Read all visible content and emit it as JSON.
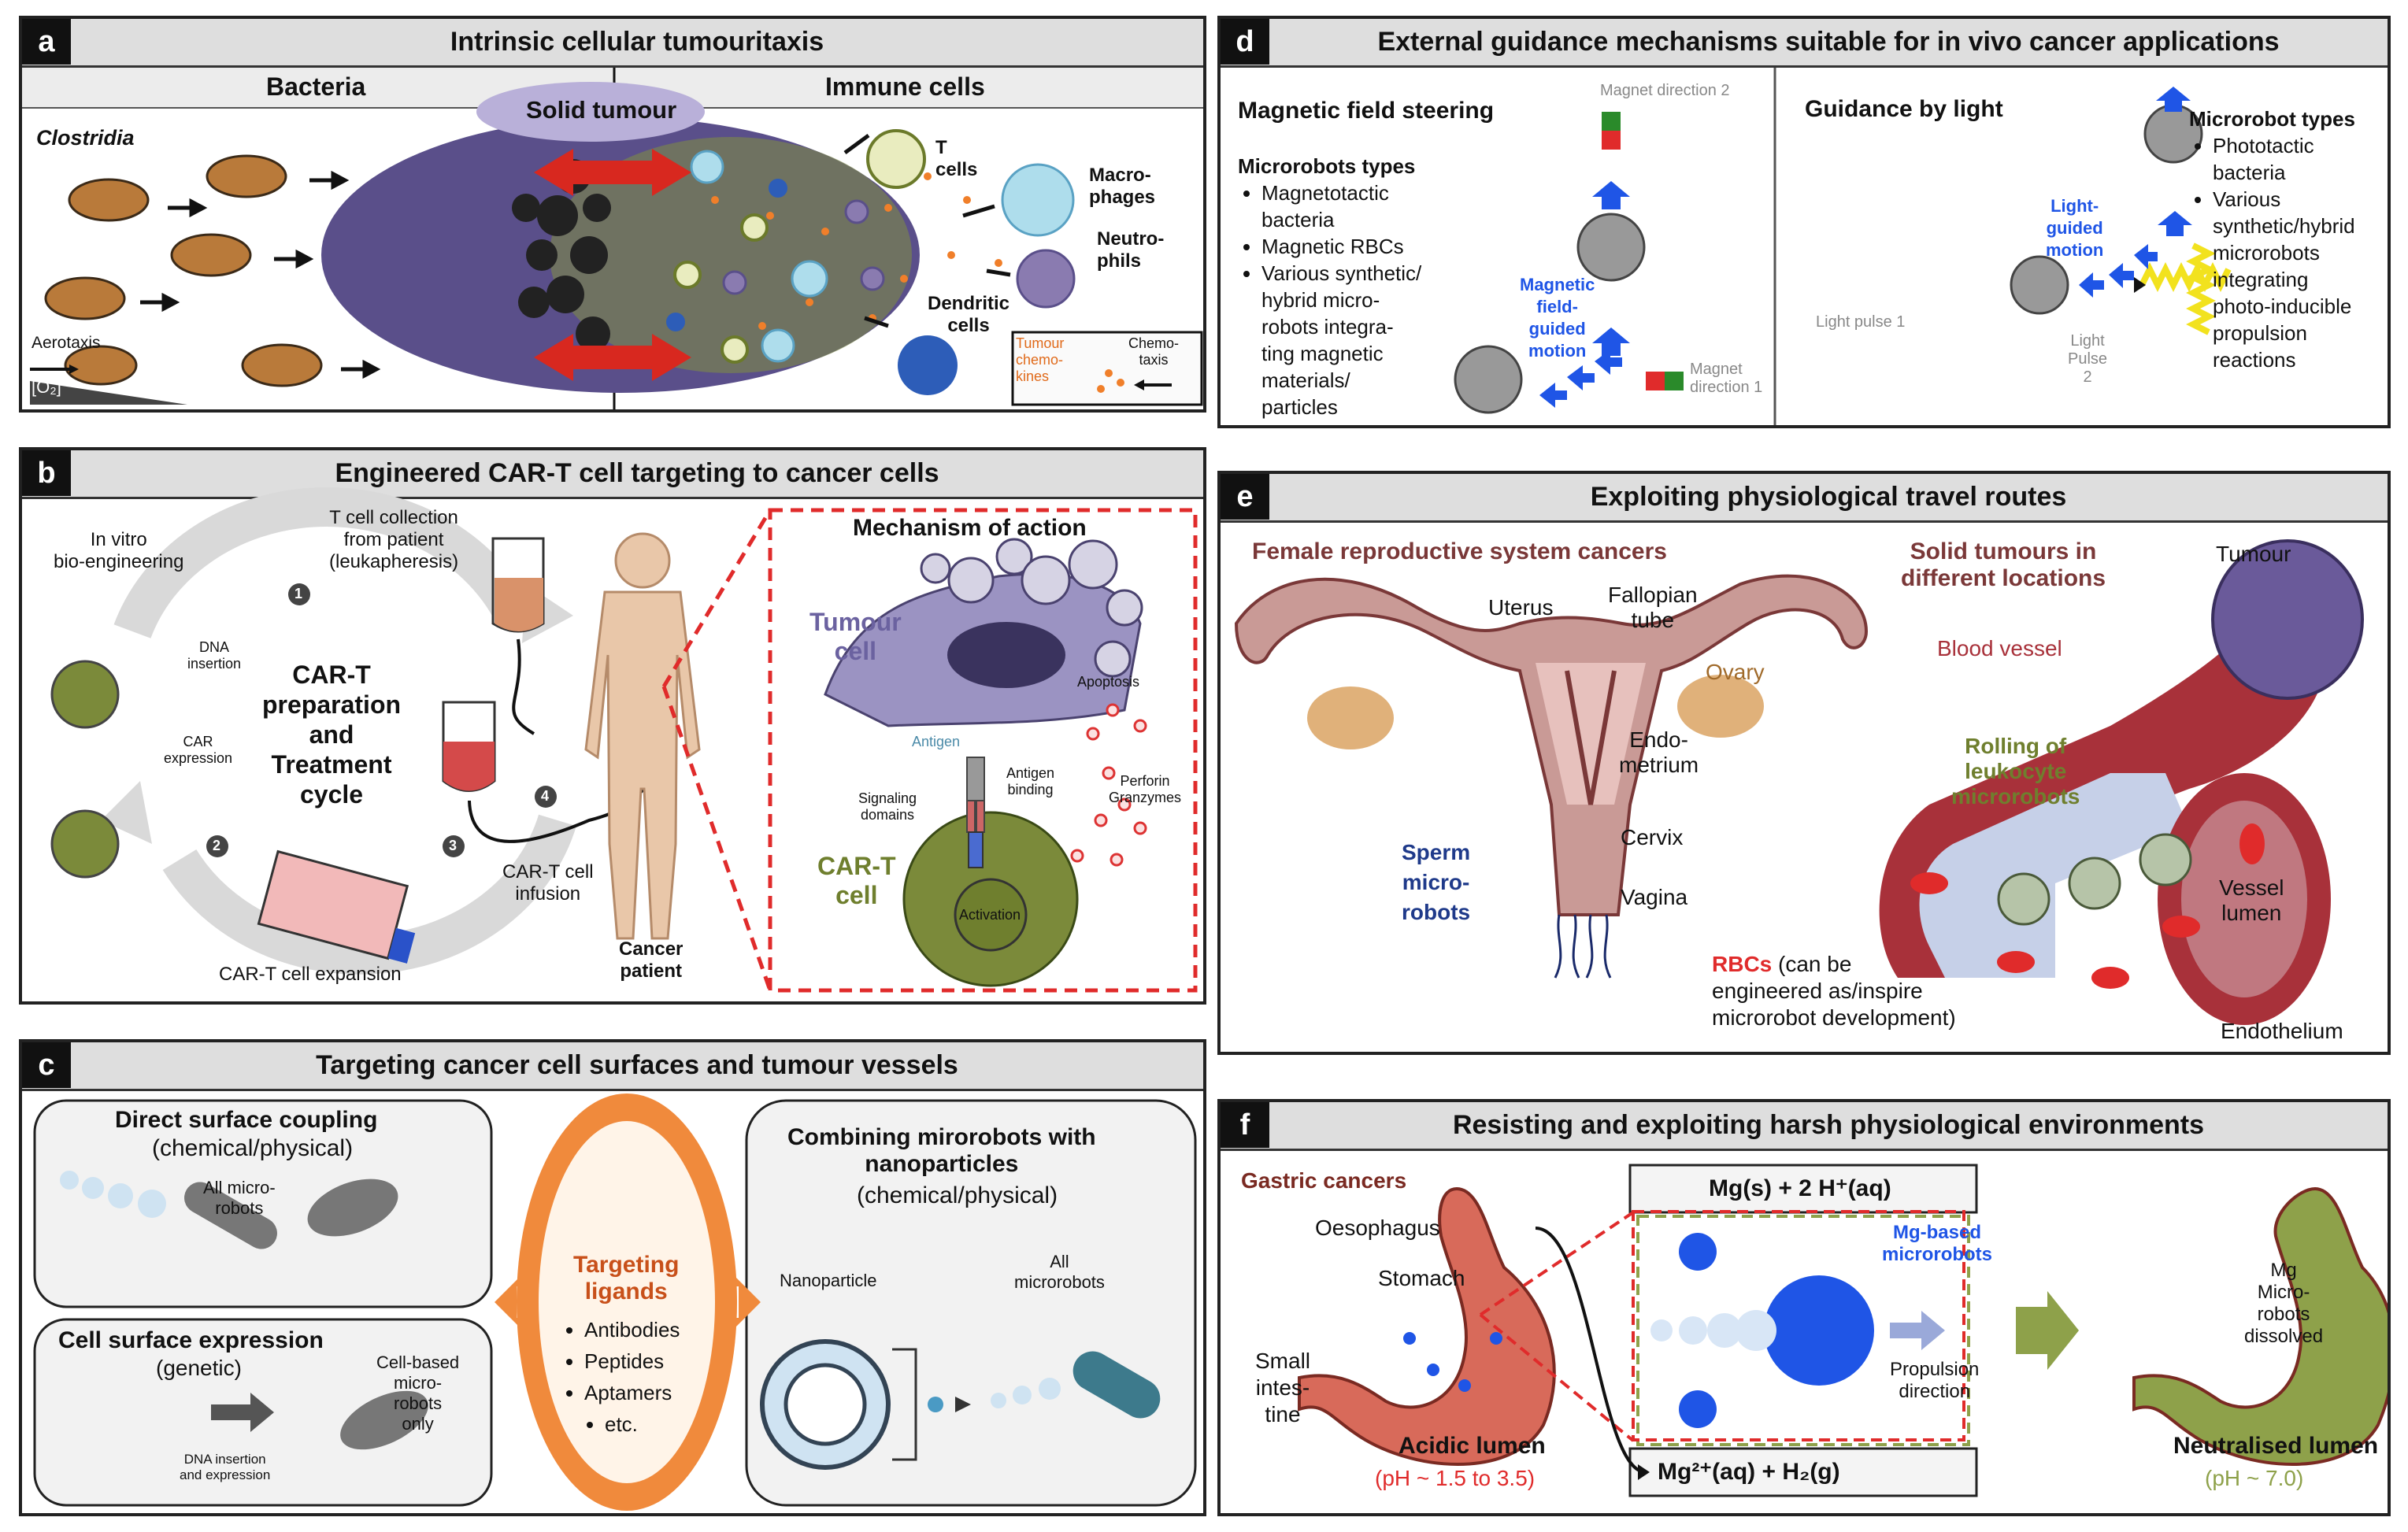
{
  "panel_a": {
    "letter": "a",
    "title": "Intrinsic cellular tumouritaxis",
    "bacteria_header": "Bacteria",
    "immune_header": "Immune cells",
    "solid_tumour": "Solid tumour",
    "clostridia": "Clostridia",
    "aerotaxis": "Aerotaxis",
    "o2": "[O₂]",
    "t_cells": "T cells",
    "macrophages": "Macro-\nphages",
    "neutrophils": "Neutro-\nphils",
    "dendritic": "Dendritic\ncells",
    "legend_chemokines": "Tumour\nchemo-\nkines",
    "legend_chemotaxis": "Chemo-\ntaxis"
  },
  "panel_b": {
    "letter": "b",
    "title": "Engineered CAR-T cell targeting to cancer cells",
    "invitro": "In vitro\nbio-engineering",
    "tcell_collection": "T cell collection\nfrom patient\n(leukapheresis)",
    "dna_insertion": "DNA\ninsertion",
    "car_expression": "CAR\nexpression",
    "cycle_label": "CAR-T\npreparation\nand\nTreatment\ncycle",
    "expansion": "CAR-T cell expansion",
    "infusion": "CAR-T cell\ninfusion",
    "cancer_patient": "Cancer\npatient",
    "steps": [
      "1",
      "2",
      "3",
      "4"
    ],
    "moa_title": "Mechanism of action",
    "tumour_cell": "Tumour\ncell",
    "apoptosis": "Apoptosis",
    "antigen": "Antigen",
    "antigen_binding": "Antigen\nbinding",
    "perforin": "Perforin\nGranzymes",
    "signaling": "Signaling\ndomains",
    "cart_cell": "CAR-T\ncell",
    "activation": "Activation"
  },
  "panel_c": {
    "letter": "c",
    "title": "Targeting cancer cell surfaces and tumour vessels",
    "direct_title": "Direct surface coupling",
    "direct_sub": "(chemical/physical)",
    "all_micro": "All micro-\nrobots",
    "expression_title": "Cell surface expression",
    "expression_sub": "(genetic)",
    "cell_based": "Cell-based\nmicro-\nrobots\nonly",
    "dna_insertion_expr": "DNA insertion\nand expression",
    "ligands_title": "Targeting\nligands",
    "ligands": [
      "Antibodies",
      "Peptides",
      "Aptamers",
      "etc."
    ],
    "combining_title": "Combining mirorobots with\nnanoparticles",
    "combining_sub": "(chemical/physical)",
    "nanoparticle": "Nanoparticle",
    "all_microrobots": "All\nmicrorobots"
  },
  "panel_d": {
    "letter": "d",
    "title": "External guidance mechanisms suitable for in vivo cancer applications",
    "magnetic_title": "Magnetic field steering",
    "magnet_dir2": "Magnet direction 2",
    "magnet_dir1": "Magnet\ndirection 1",
    "mtypes_title": "Microrobots types",
    "mtypes": [
      "Magnetotactic\nbacteria",
      "Magnetic RBCs",
      "Various synthetic/\nhybrid micro-\nrobots integra-\nting magnetic\nmaterials/\nparticles"
    ],
    "magnetic_motion": "Magnetic\nfield-\nguided\nmotion",
    "light_title": "Guidance by light",
    "light_pulse1": "Light pulse 1",
    "light_pulse2": "Light\nPulse\n2",
    "light_motion": "Light-\nguided\nmotion",
    "ltypes_title": "Microrobot types",
    "ltypes": [
      "Phototactic\nbacteria",
      "Various\nsynthetic/hybrid\nmicrorobots\nintegrating\nphoto-inducible\npropulsion\nreactions"
    ]
  },
  "panel_e": {
    "letter": "e",
    "title": "Exploiting physiological travel routes",
    "female_title": "Female reproductive system cancers",
    "uterus": "Uterus",
    "fallopian": "Fallopian\ntube",
    "ovary": "Ovary",
    "endometrium": "Endo-\nmetrium",
    "cervix": "Cervix",
    "vagina": "Vagina",
    "sperm": "Sperm\nmicro-\nrobots",
    "solid_title": "Solid tumours in\ndifferent locations",
    "tumour": "Tumour",
    "blood_vessel": "Blood vessel",
    "rolling": "Rolling of\nleukocyte\nmicrorobots",
    "vessel_lumen": "Vessel\nlumen",
    "rbcs": "RBCs",
    "rbcs_rest": " (can be\nengineered as/inspire\nmicrorobot development)",
    "endothelium": "Endothelium"
  },
  "panel_f": {
    "letter": "f",
    "title": "Resisting and exploiting harsh physiological environments",
    "gastric": "Gastric cancers",
    "oesophagus": "Oesophagus",
    "stomach": "Stomach",
    "small_intestine": "Small\nintes-\ntine",
    "acidic": "Acidic lumen",
    "acidic_ph": "(pH ~ 1.5 to 3.5)",
    "reaction_top": "Mg(s) + 2 H⁺(aq)",
    "reaction_bottom": "Mg²⁺(aq) + H₂(g)",
    "mg_based": "Mg-based\nmicrorobots",
    "propulsion": "Propulsion\ndirection",
    "mg_dissolved": "Mg\nMicro-\nrobots\ndissolved",
    "neutralised": "Neutralised lumen",
    "neutral_ph": "(pH ~ 7.0)"
  },
  "colors": {
    "header_bg": "#dedede",
    "tumour_purple": "#5a4f8a",
    "arrow_red": "#d8281f",
    "chemokine_orange": "#f07f2a",
    "cart_green": "#7b8a3a",
    "moa_dash": "#e02b2b",
    "ligand_orange": "#f08a3c",
    "guidance_blue": "#1f55e6",
    "light_yellow": "#f2e21e",
    "uterus_pink": "#c99a96",
    "vessel_red": "#a8313a",
    "stomach_red": "#d86a5a",
    "neutral_green": "#8ea14a"
  }
}
